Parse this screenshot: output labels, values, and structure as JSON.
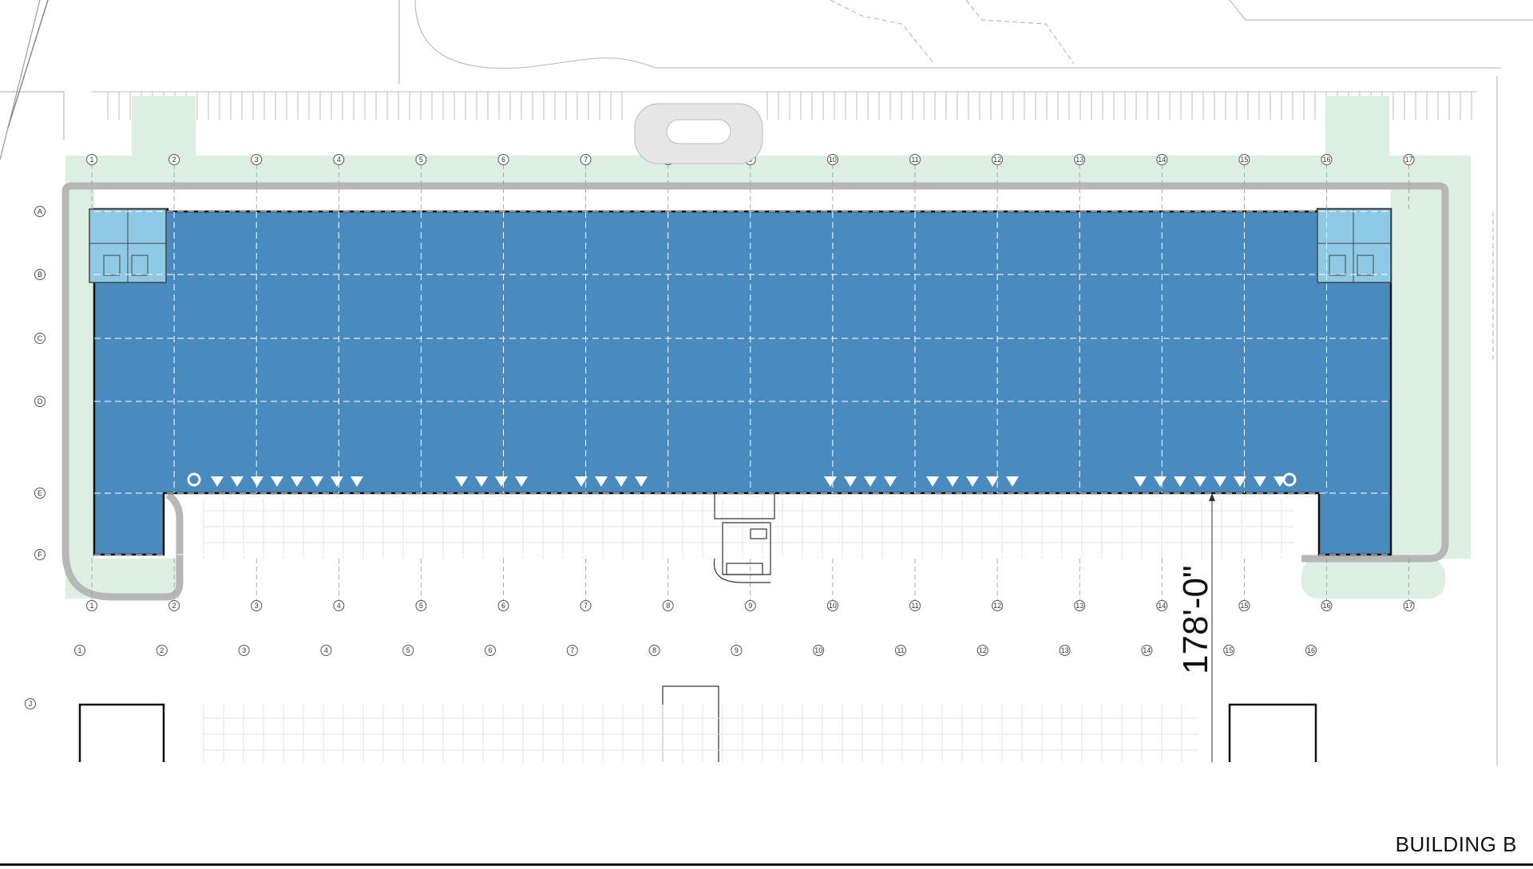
{
  "title": "BUILDING B",
  "dimension_label": "178'-0\"",
  "grid_columns": [
    "1",
    "2",
    "3",
    "4",
    "5",
    "6",
    "7",
    "8",
    "9",
    "10",
    "11",
    "12",
    "13",
    "14",
    "15",
    "16",
    "17"
  ],
  "lower_grid_columns": [
    "1",
    "2",
    "3",
    "4",
    "5",
    "6",
    "7",
    "8",
    "9",
    "10",
    "11",
    "12",
    "13",
    "14",
    "15",
    "16"
  ],
  "grid_rows": [
    "A",
    "B",
    "C",
    "D",
    "E",
    "F"
  ],
  "lower_grid_row": "J",
  "dock_door_groups": [
    8,
    4,
    4,
    4,
    5,
    8
  ],
  "colors": {
    "warehouse": "#4a8bbf",
    "office": "#8ecae6",
    "landscape": "#dcefe2",
    "curb": "#b7b7b7",
    "linework": "#9a9a9a"
  }
}
